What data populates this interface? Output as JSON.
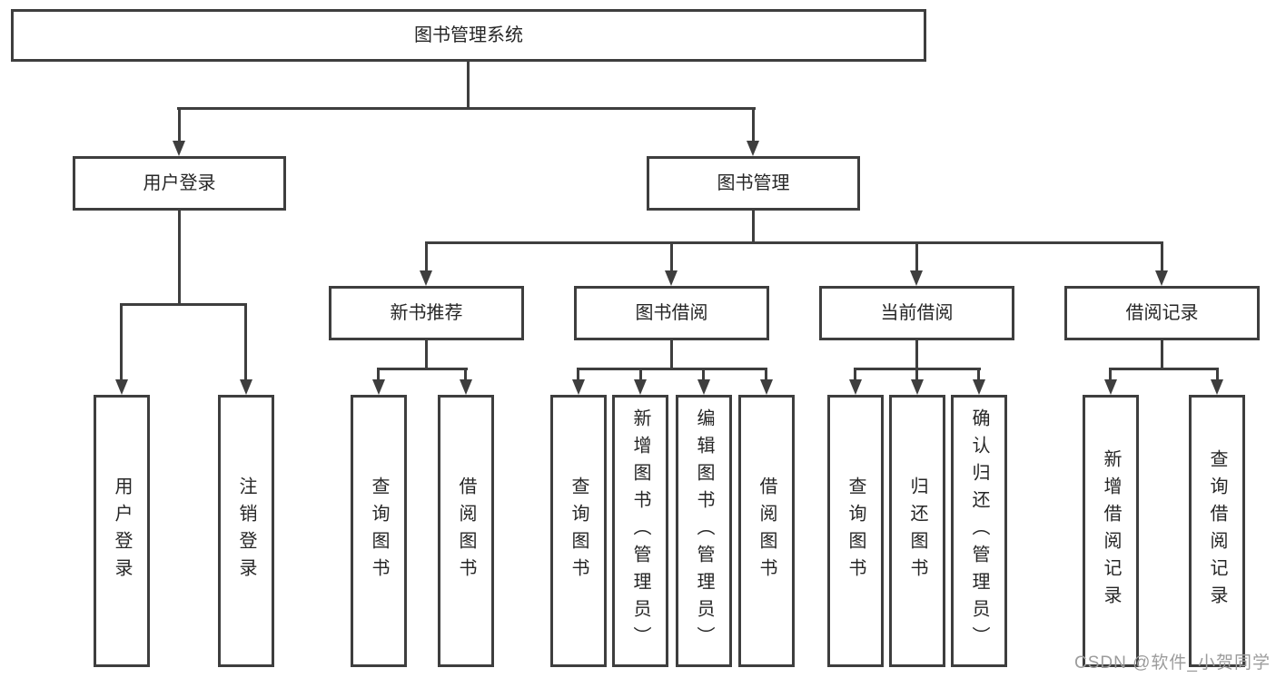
{
  "tree": {
    "label": "图书管理系统",
    "children": [
      {
        "label": "用户登录",
        "children": [
          {
            "label": "用户登录"
          },
          {
            "label": "注销登录"
          }
        ]
      },
      {
        "label": "图书管理",
        "children": [
          {
            "label": "新书推荐",
            "children": [
              {
                "label": "查询图书"
              },
              {
                "label": "借阅图书"
              }
            ]
          },
          {
            "label": "图书借阅",
            "children": [
              {
                "label": "查询图书"
              },
              {
                "label": "新增图书（管理员）"
              },
              {
                "label": "编辑图书（管理员）"
              },
              {
                "label": "借阅图书"
              }
            ]
          },
          {
            "label": "当前借阅",
            "children": [
              {
                "label": "查询图书"
              },
              {
                "label": "归还图书"
              },
              {
                "label": "确认归还（管理员）"
              }
            ]
          },
          {
            "label": "借阅记录",
            "children": [
              {
                "label": "新增借阅记录"
              },
              {
                "label": "查询借阅记录"
              }
            ]
          }
        ]
      }
    ]
  },
  "watermark": {
    "text": "CSDN @软件_小贺同学",
    "color": "#9c9c9c"
  },
  "colors": {
    "line": "#3e3e3e",
    "box_border": "#3e3e3e",
    "box_background": "#ffffff",
    "text": "#262626",
    "page_background": "#ffffff"
  }
}
